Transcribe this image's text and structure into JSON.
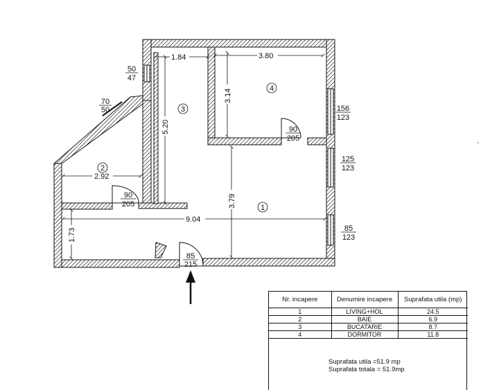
{
  "plan": {
    "rooms": [
      {
        "id": "r1",
        "number": "1"
      },
      {
        "id": "r2",
        "number": "2"
      },
      {
        "id": "r3",
        "number": "3"
      },
      {
        "id": "r4",
        "number": "4"
      }
    ],
    "dimensions": {
      "top_left_width": "1.84",
      "top_right_width": "3.80",
      "room4_height": "3.14",
      "room3_height": "5.20",
      "room2_width": "2.92",
      "total_width": "9.04",
      "room1_height": "3.79",
      "left_height": "1.73"
    },
    "openings": {
      "window_50_47": {
        "top": "50",
        "bottom": "47"
      },
      "window_70_50": {
        "top": "70",
        "bottom": "50"
      },
      "door_90_205_bath": {
        "top": "90",
        "bottom": "205"
      },
      "door_90_205_bedroom": {
        "top": "90",
        "bottom": "205"
      },
      "window_156_123": {
        "top": "156",
        "bottom": "123"
      },
      "window_125_123": {
        "top": "125",
        "bottom": "123"
      },
      "window_85_123": {
        "top": "85",
        "bottom": "123"
      },
      "entry_door_85_215": {
        "top": "85",
        "bottom": "215"
      }
    }
  },
  "table": {
    "headers": [
      "Nr. incapere",
      "Denumire incapere",
      "Suprafata utila (mp)"
    ],
    "rows": [
      [
        "1",
        "LIVING+HOL",
        "24.5"
      ],
      [
        "2",
        "BAIE",
        "6.9"
      ],
      [
        "3",
        "BUCATARIE",
        "8.7"
      ],
      [
        "4",
        "DORMITOR",
        "11.8"
      ]
    ],
    "summary_useful": "Suprafata utila =51.9 mp",
    "summary_total": "Suprafata totala = 51.9mp"
  },
  "colors": {
    "ink": "#111111",
    "paper": "#ffffff"
  }
}
